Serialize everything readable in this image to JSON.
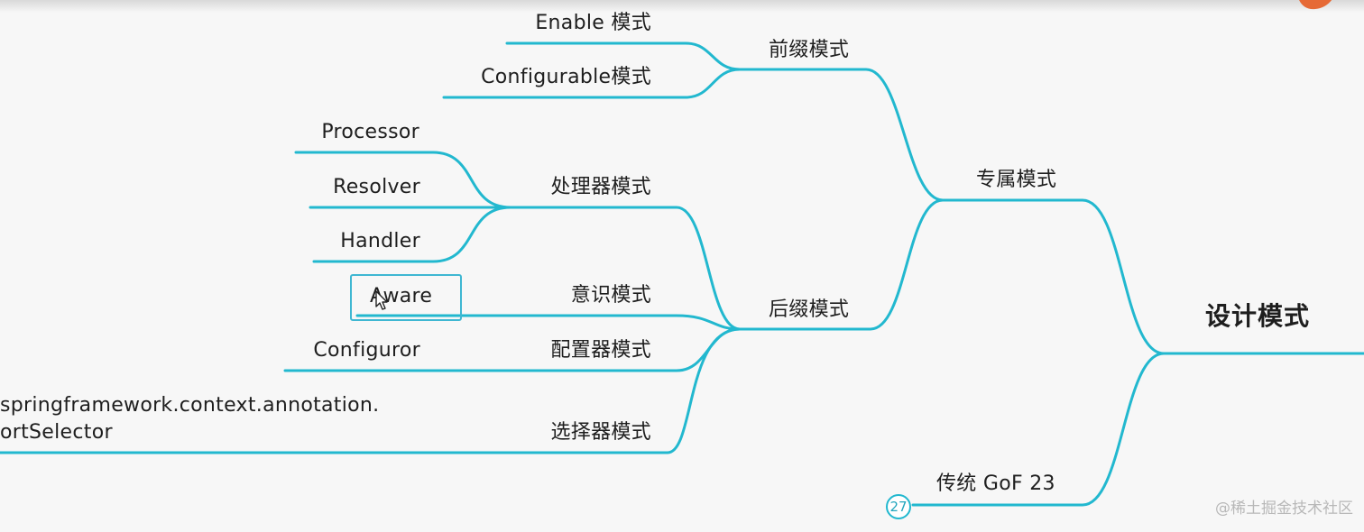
{
  "root": "设计模式",
  "branches": {
    "exclusive": "专属模式",
    "traditional": "传统 GoF 23",
    "prefix": "前缀模式",
    "suffix": "后缀模式"
  },
  "prefix_children": {
    "enable": "Enable 模式",
    "configurable": "Configurable模式"
  },
  "suffix_children": {
    "processor_pattern": "处理器模式",
    "aware_pattern": "意识模式",
    "configurer_pattern": "配置器模式",
    "selector_pattern": "选择器模式"
  },
  "leaves": {
    "processor": "Processor",
    "resolver": "Resolver",
    "handler": "Handler",
    "aware": "Aware",
    "configuror": "Configuror",
    "selector_line1": "springframework.context.annotation.",
    "selector_line2": "ortSelector"
  },
  "badge_count": "27",
  "watermark": "@稀土掘金技术社区",
  "colors": {
    "connector": "#22b8cf",
    "highlight_box": "#3fb7d2",
    "text": "#1e1e1e",
    "background": "#f7f7f7"
  }
}
